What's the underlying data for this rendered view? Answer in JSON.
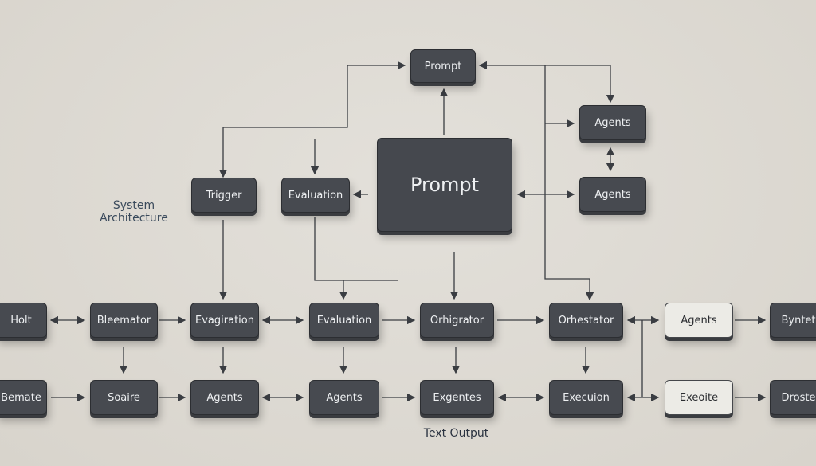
{
  "labels": {
    "system_architecture": "System Architecture",
    "text_output": "Text Output"
  },
  "top": {
    "prompt_small": "Prompt",
    "prompt_big": "Prompt",
    "agents_1": "Agents",
    "agents_2": "Agents",
    "trigger": "Trigger",
    "evaluation": "Evaluation"
  },
  "row1": [
    "Holt",
    "Bleemator",
    "Evagiration",
    "Evaluation",
    "Orhigrator",
    "Orhestator",
    "Agents",
    "Byntet"
  ],
  "row2": [
    "Bemate",
    "Soaire",
    "Agents",
    "Agents",
    "Exgentes",
    "Execuion",
    "Exeoite",
    "Droste"
  ],
  "colors": {
    "box": "#474a50",
    "light_box": "#ecebe6",
    "background": "#dcd8d1",
    "line": "#3a3d42"
  }
}
